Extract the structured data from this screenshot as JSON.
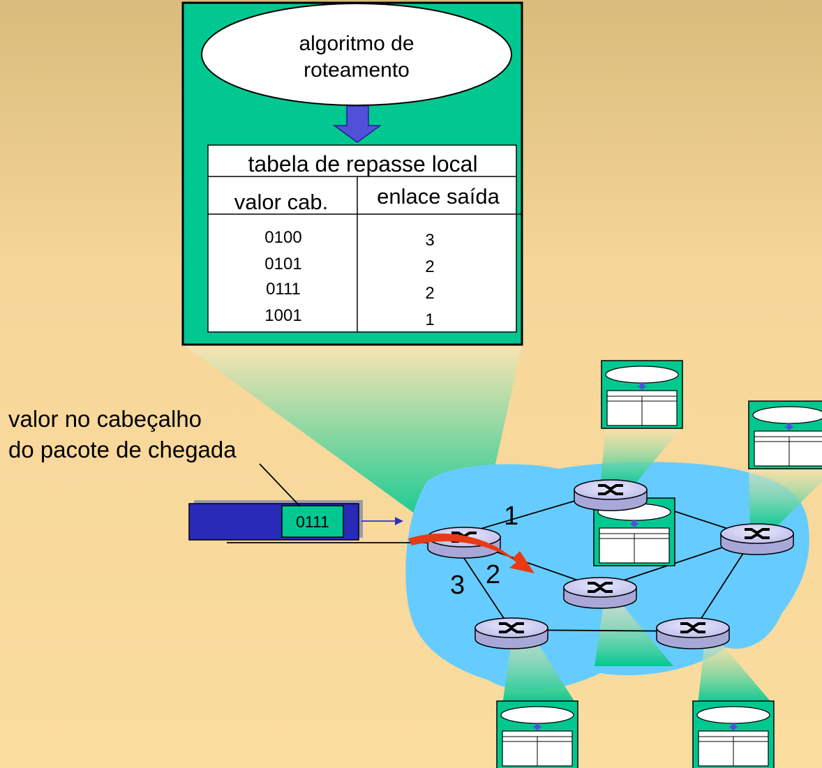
{
  "routing_box": {
    "algorithm_label_line1": "algoritmo de",
    "algorithm_label_line2": "roteamento",
    "table_title": "tabela de repasse local",
    "col_header_value": "valor cab.",
    "col_header_link": "enlace saída",
    "rows": [
      {
        "value": "0100",
        "link": "3"
      },
      {
        "value": "0101",
        "link": "2"
      },
      {
        "value": "0111",
        "link": "2"
      },
      {
        "value": "1001",
        "link": "1"
      }
    ]
  },
  "packet_label": {
    "line1": "valor no cabeçalho",
    "line2": "do pacote de chegada"
  },
  "packet_header_value": "0111",
  "link_labels": {
    "link1": "1",
    "link2": "2",
    "link3": "3"
  },
  "colors": {
    "router_box": "#00c890",
    "network_cloud": "#66ccff",
    "router": "#c8c8f0",
    "packet_body": "#2a2ab8",
    "arrow": "#e83a14",
    "small_arrow": "#5050d8"
  }
}
